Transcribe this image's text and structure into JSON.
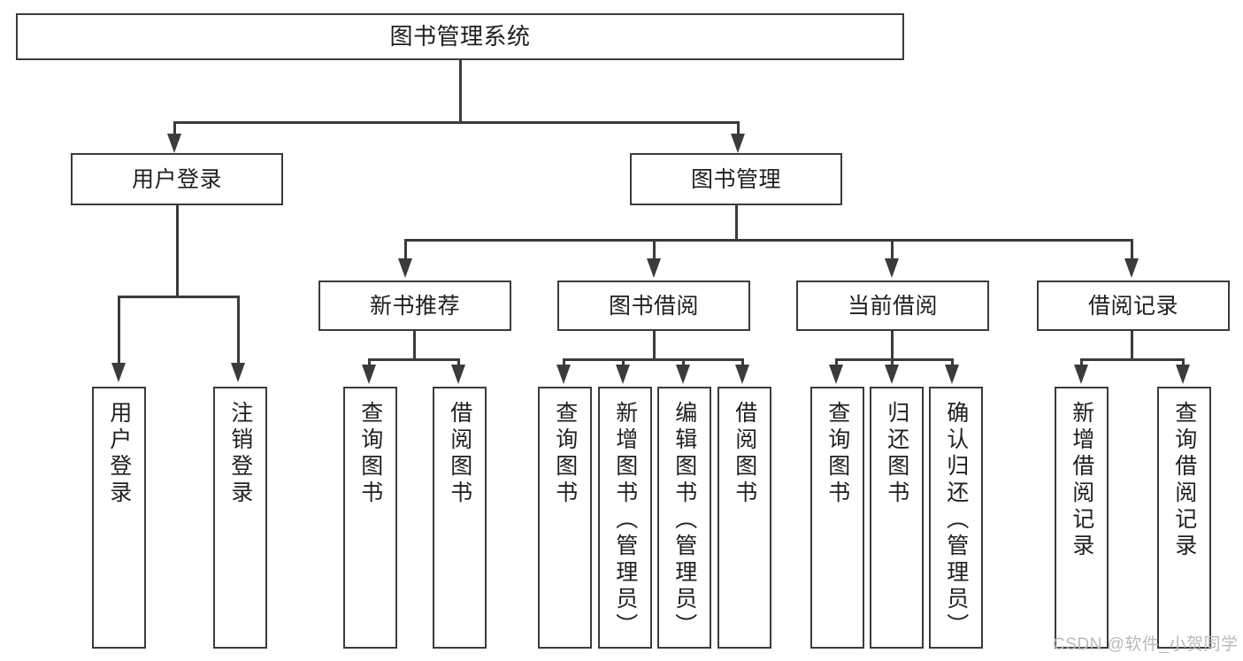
{
  "diagram": {
    "title": "图书管理系统",
    "type": "tree-hierarchy",
    "root": {
      "label": "图书管理系统"
    },
    "level2": [
      {
        "label": "用户登录"
      },
      {
        "label": "图书管理"
      }
    ],
    "level3": [
      {
        "label": "新书推荐"
      },
      {
        "label": "图书借阅"
      },
      {
        "label": "当前借阅"
      },
      {
        "label": "借阅记录"
      }
    ],
    "leaves": {
      "user_login": [
        {
          "label": "用户登录"
        },
        {
          "label": "注销登录"
        }
      ],
      "new_book_recommend": [
        {
          "label": "查询图书"
        },
        {
          "label": "借阅图书"
        }
      ],
      "book_borrow": [
        {
          "label": "查询图书"
        },
        {
          "label": "新增图书（管理员）"
        },
        {
          "label": "编辑图书（管理员）"
        },
        {
          "label": "借阅图书"
        }
      ],
      "current_borrow": [
        {
          "label": "查询图书"
        },
        {
          "label": "归还图书"
        },
        {
          "label": "确认归还（管理员）"
        }
      ],
      "borrow_record": [
        {
          "label": "新增借阅记录"
        },
        {
          "label": "查询借阅记录"
        }
      ]
    }
  },
  "watermark": {
    "text": "CSDN @软件_小贺同学"
  },
  "colors": {
    "stroke": "#3b3b3b",
    "fill": "#ffffff",
    "text": "#1f1f1f",
    "watermark": "#b9b9b9"
  }
}
